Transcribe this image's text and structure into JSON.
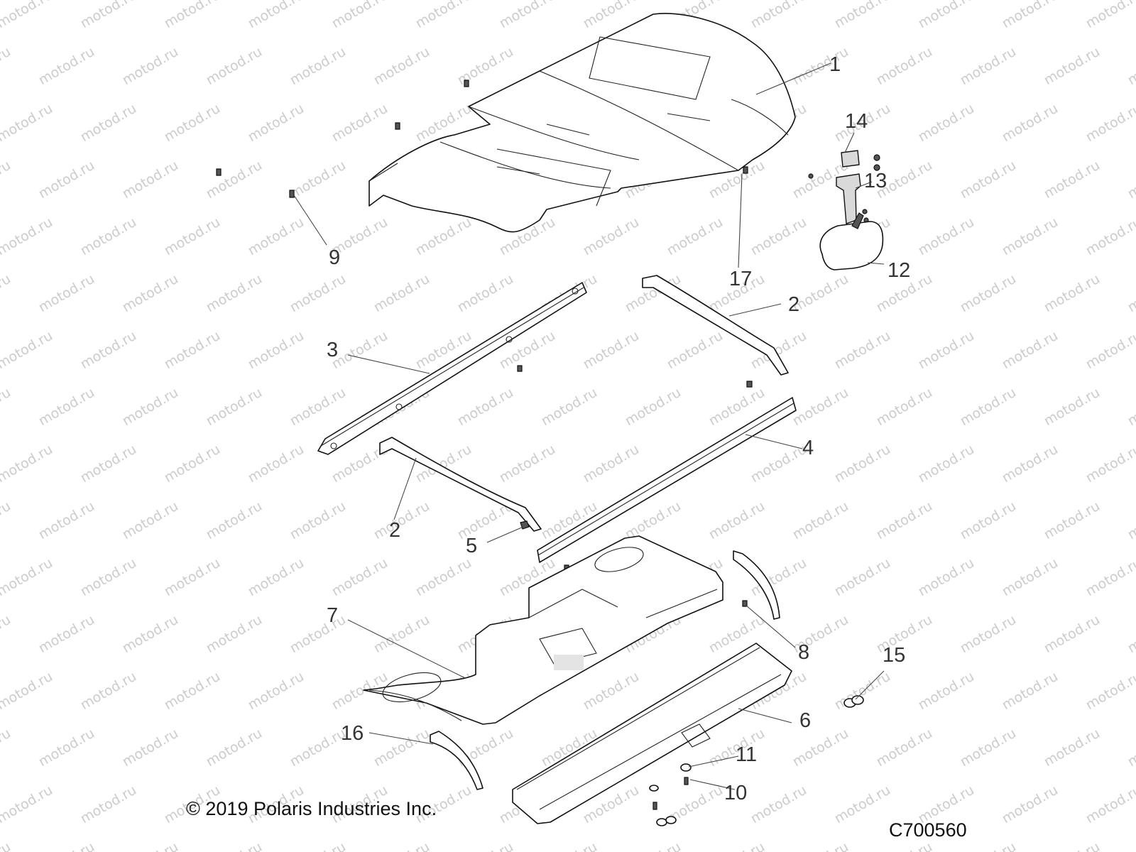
{
  "watermark": "motod.ru",
  "copyright": "© 2019 Polaris Industries Inc.",
  "drawing_code": "C700560",
  "callouts": {
    "c1": "1",
    "c2a": "2",
    "c2b": "2",
    "c3": "3",
    "c4": "4",
    "c5": "5",
    "c6": "6",
    "c7": "7",
    "c8": "8",
    "c9": "9",
    "c10": "10",
    "c11": "11",
    "c12": "12",
    "c13": "13",
    "c14": "14",
    "c15": "15",
    "c16": "16",
    "c17": "17"
  }
}
